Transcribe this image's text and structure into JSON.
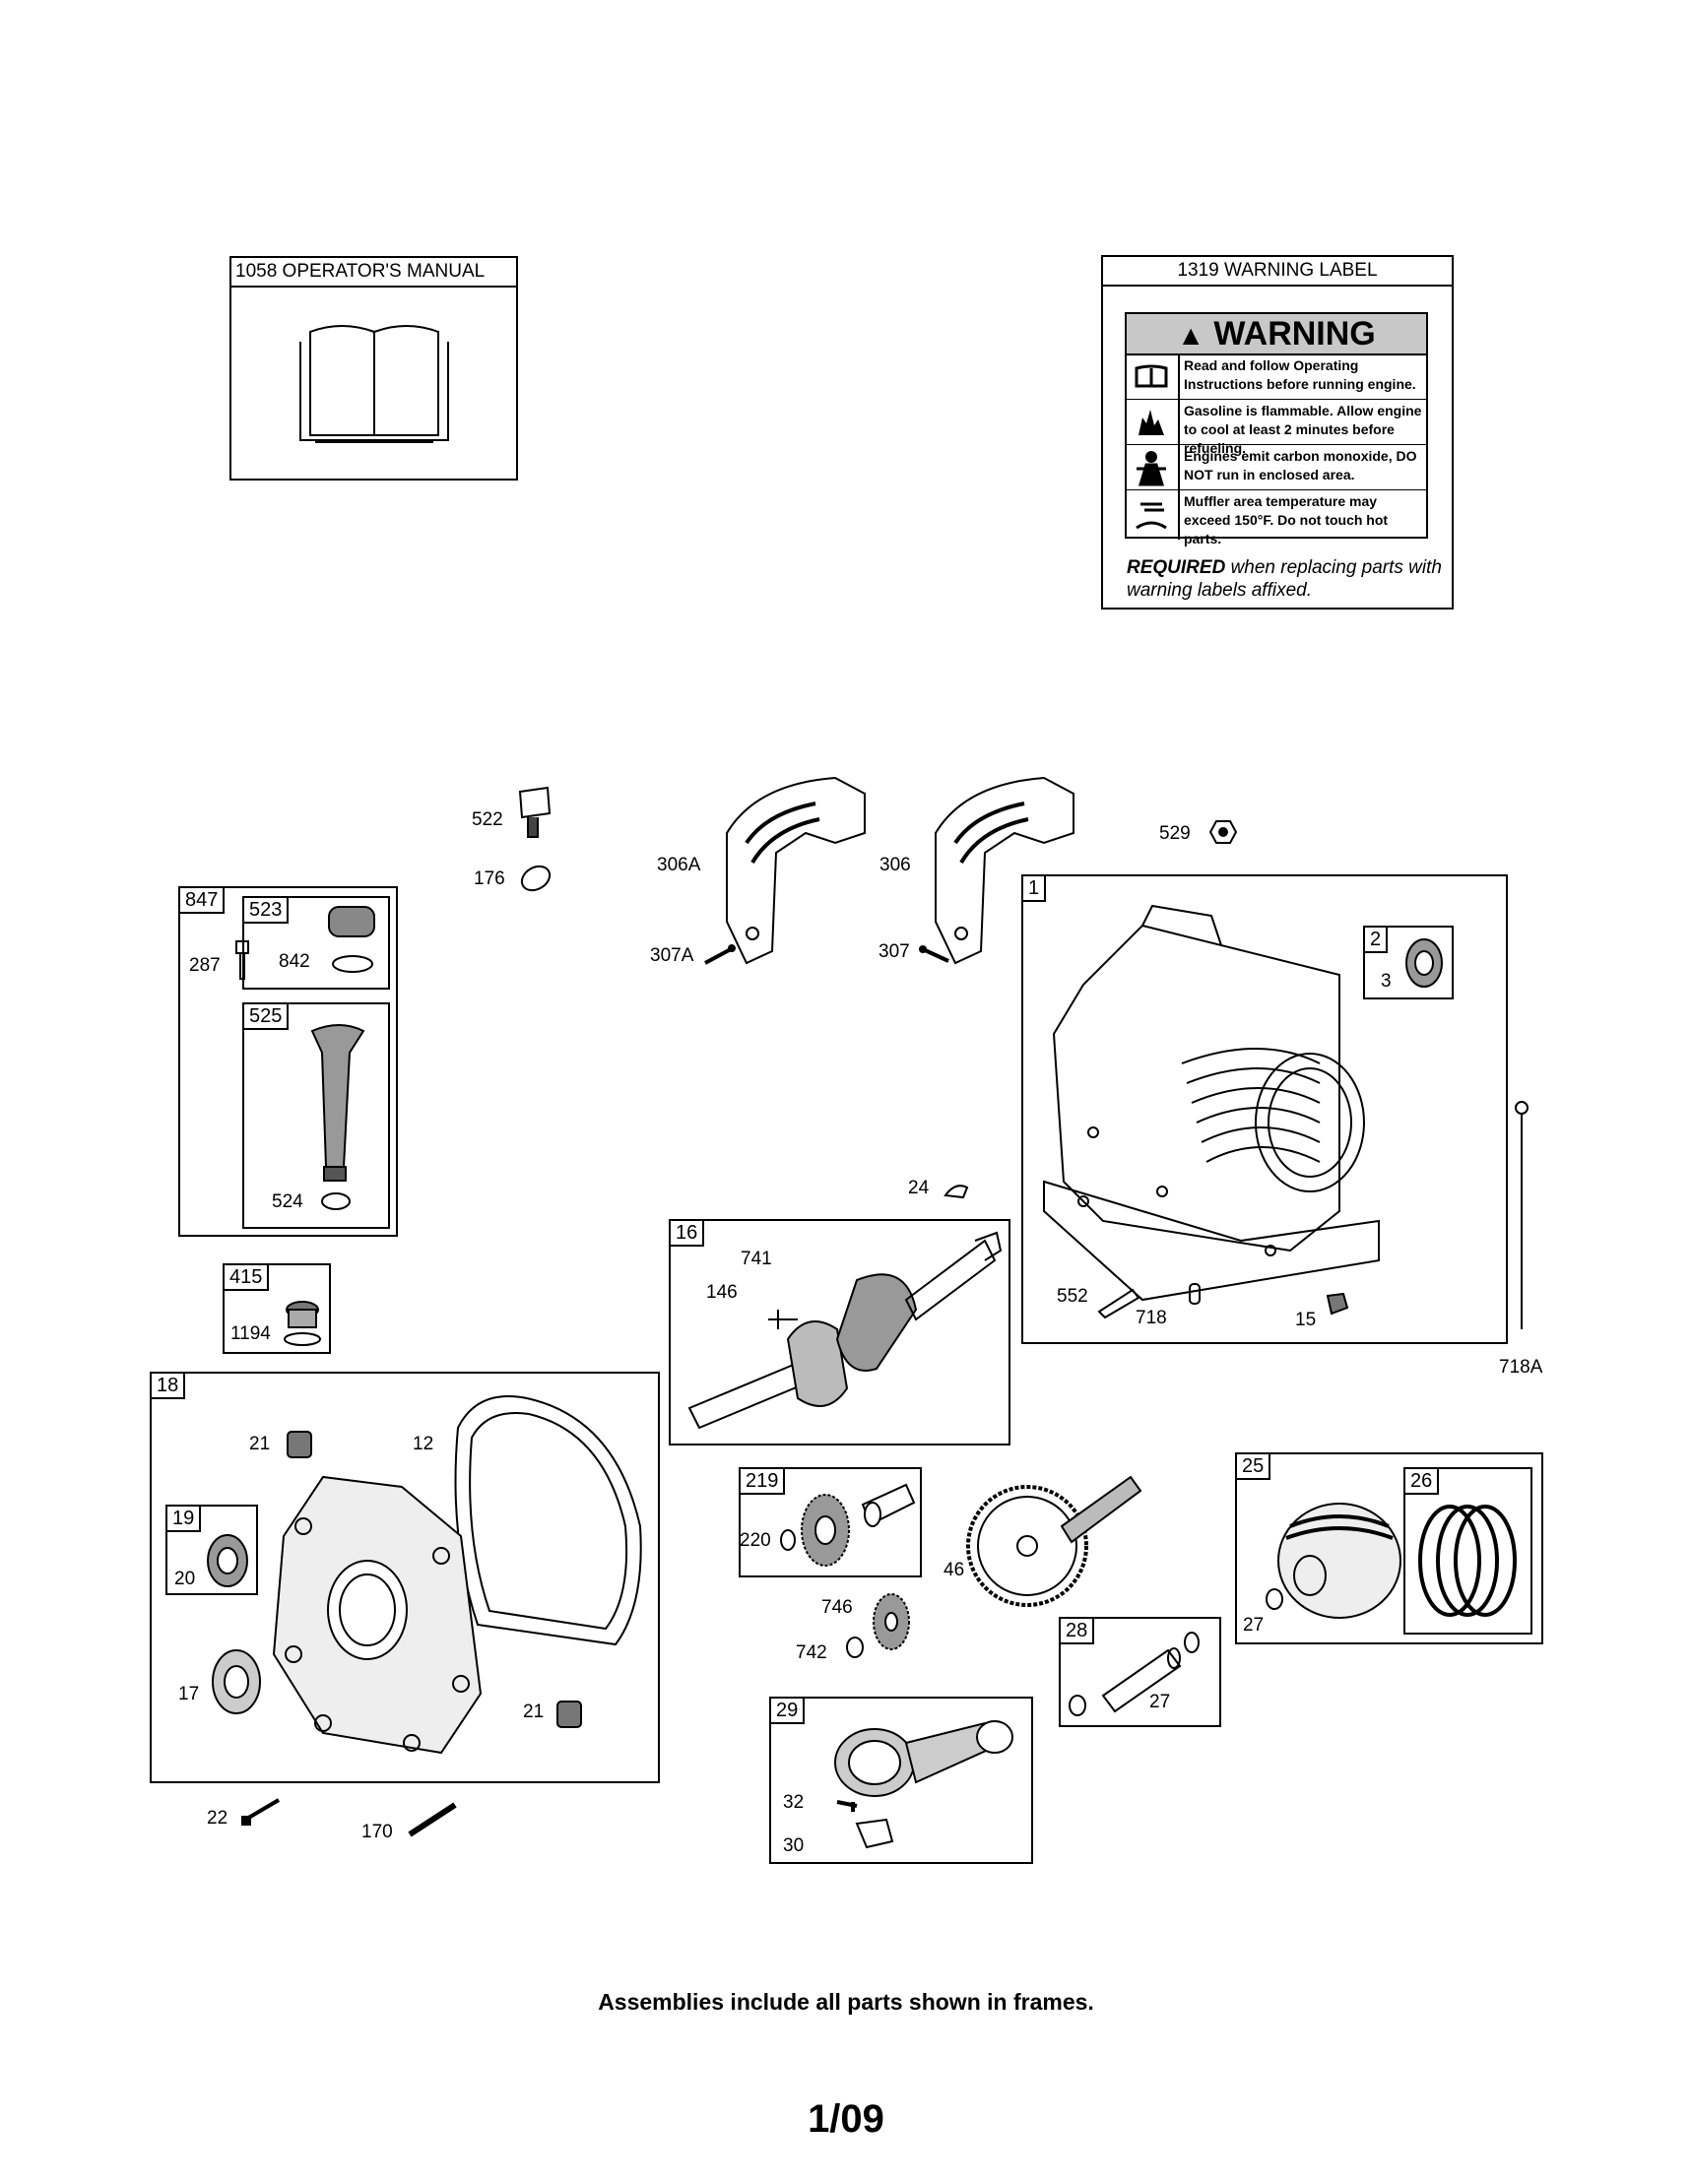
{
  "manual_box": {
    "title": "1058 OPERATOR'S MANUAL"
  },
  "warning_box": {
    "title": "1319 WARNING LABEL",
    "heading": "WARNING",
    "rows": [
      {
        "icon": "book-icon",
        "text": "Read and follow Operating Instructions before running engine."
      },
      {
        "icon": "flame-icon",
        "text": "Gasoline is flammable. Allow engine to cool at least 2 minutes before refueling."
      },
      {
        "icon": "fumes-icon",
        "text": "Engines emit carbon monoxide, DO NOT run in enclosed area."
      },
      {
        "icon": "hot-surface-icon",
        "text": "Muffler area temperature may exceed 150°F. Do not touch hot parts."
      }
    ],
    "required_bold": "REQUIRED",
    "required_rest": " when replacing parts with warning labels affixed."
  },
  "frames": {
    "f847": "847",
    "f523": "523",
    "f525": "525",
    "f415": "415",
    "f1": "1",
    "f2": "2",
    "f16": "16",
    "f18": "18",
    "f19": "19",
    "f219": "219",
    "f25": "25",
    "f26": "26",
    "f28": "28",
    "f29": "29"
  },
  "callouts": {
    "c522": "522",
    "c176": "176",
    "c306A": "306A",
    "c306": "306",
    "c529": "529",
    "c307A": "307A",
    "c307": "307",
    "c287": "287",
    "c842": "842",
    "c524": "524",
    "c3": "3",
    "c24": "24",
    "c741": "741",
    "c146": "146",
    "c552": "552",
    "c718": "718",
    "c15": "15",
    "c718A": "718A",
    "c1194": "1194",
    "c21a": "21",
    "c12": "12",
    "c20": "20",
    "c17": "17",
    "c21b": "21",
    "c22": "22",
    "c170": "170",
    "c220": "220",
    "c46": "46",
    "c746": "746",
    "c742": "742",
    "c27a": "27",
    "c27b": "27",
    "c32": "32",
    "c30": "30"
  },
  "caption": "Assemblies include all parts shown in frames.",
  "page_number": "1/09"
}
